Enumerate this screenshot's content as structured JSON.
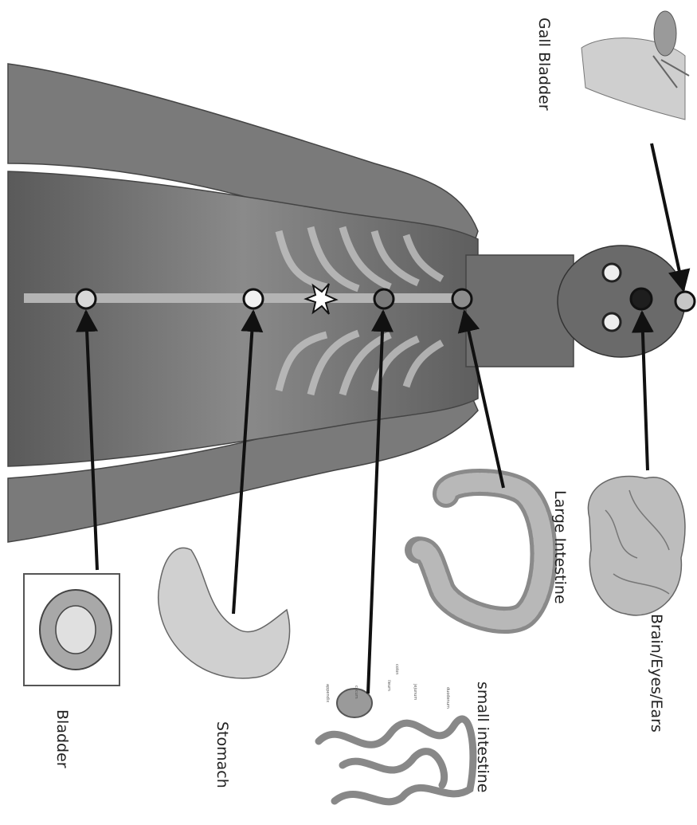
{
  "labels": {
    "gall_bladder": "Gall Bladder",
    "brain": "Brain/Eyes/Ears",
    "large_intestine": "Large Intestine",
    "small_intestine": "small intestine",
    "stomach": "Stomach",
    "bladder": "Bladder"
  },
  "small_intestine_parts": {
    "duodenum": "duodenum",
    "jejunum": "jejunum",
    "ileum": "ileum",
    "cecum": "cecum",
    "appendix": "appendix",
    "colon": "colon"
  },
  "points": {
    "gall_bladder": {
      "color": "#c6c6c6"
    },
    "brain": {
      "color": "#1e1e1e"
    },
    "large_intestine": {
      "color": "#8c8c8c"
    },
    "small_intestine": {
      "color": "#7a7a7a"
    },
    "stomach": {
      "color": "#f2f2f2"
    },
    "bladder": {
      "color": "#d8d8d8"
    }
  },
  "center_marker": "star-icon"
}
